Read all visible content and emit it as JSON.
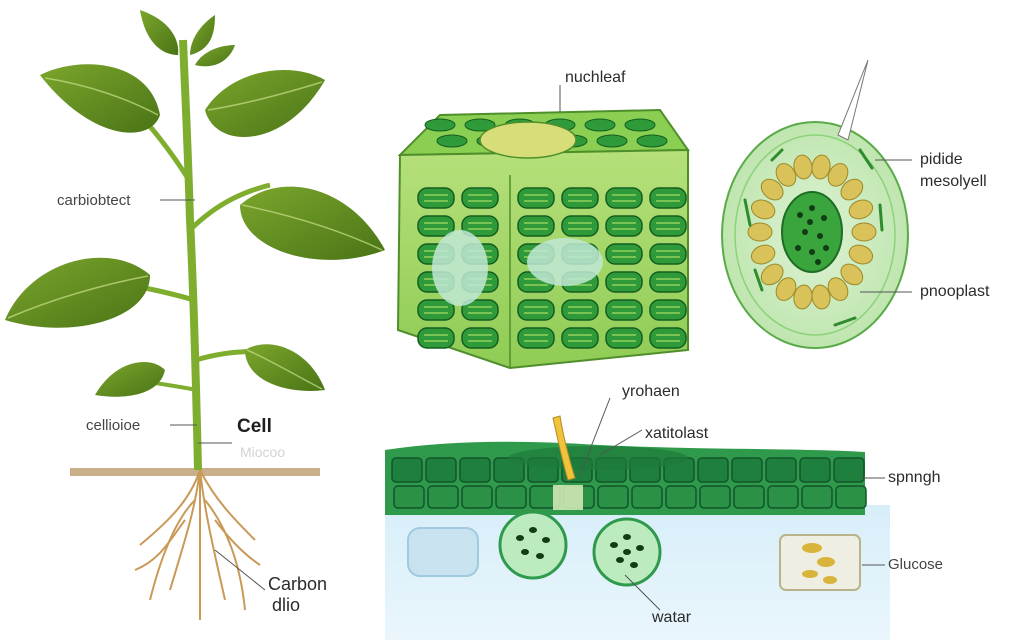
{
  "labels": {
    "plant_upper": "carbiobtect",
    "plant_stem": "cellioioe",
    "plant_cell": "Cell",
    "plant_faint": "Miocoo",
    "roots_line1": "Carbon",
    "roots_line2": "dlio",
    "cube_top": "nuchleaf",
    "oval_top_line1": "pidide",
    "oval_top_line2": "mesolyell",
    "oval_bottom": "pnooplast",
    "cross_top1": "yrohaen",
    "cross_top2": "xatitolast",
    "cross_right": "spnngh",
    "cross_glucose": "Glucose",
    "cross_water": "watar"
  },
  "colors": {
    "leaf": "#5f8a1f",
    "cell_green": "#39a335",
    "cell_light": "#a8da62",
    "chloroplast": "#1f7a2b",
    "nucleus_yellow": "#d9c25a",
    "water_blue": "#cfe9f6",
    "root": "#c99a57"
  }
}
